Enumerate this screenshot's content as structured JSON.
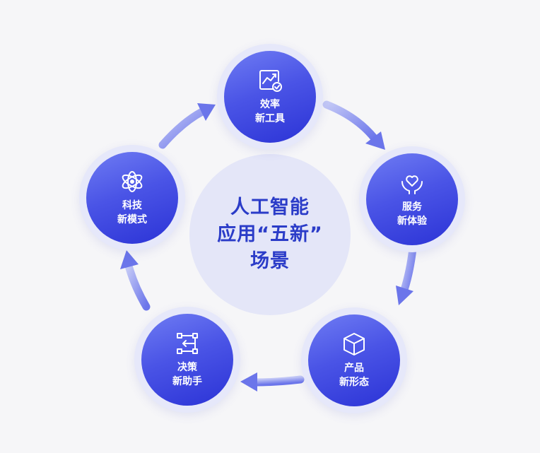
{
  "center": {
    "line1": "人工智能",
    "line2": "应用“五新”",
    "line3": "场景"
  },
  "nodes": [
    {
      "line1": "效率",
      "line2": "新工具",
      "icon": "chart-trend-check-icon"
    },
    {
      "line1": "服务",
      "line2": "新体验",
      "icon": "heart-hands-icon"
    },
    {
      "line1": "产品",
      "line2": "新形态",
      "icon": "cube-icon"
    },
    {
      "line1": "决策",
      "line2": "新助手",
      "icon": "decision-flow-icon"
    },
    {
      "line1": "科技",
      "line2": "新模式",
      "icon": "atom-icon"
    }
  ],
  "colors": {
    "node_gradient_start": "#6f7cf3",
    "node_gradient_end": "#2b33d6",
    "node_ring": "#e6e8fa",
    "center_fill": "#e4e6f8",
    "center_text": "#2b3cc8",
    "arrow": "#7d87ee",
    "background": "#f6f6f8"
  }
}
